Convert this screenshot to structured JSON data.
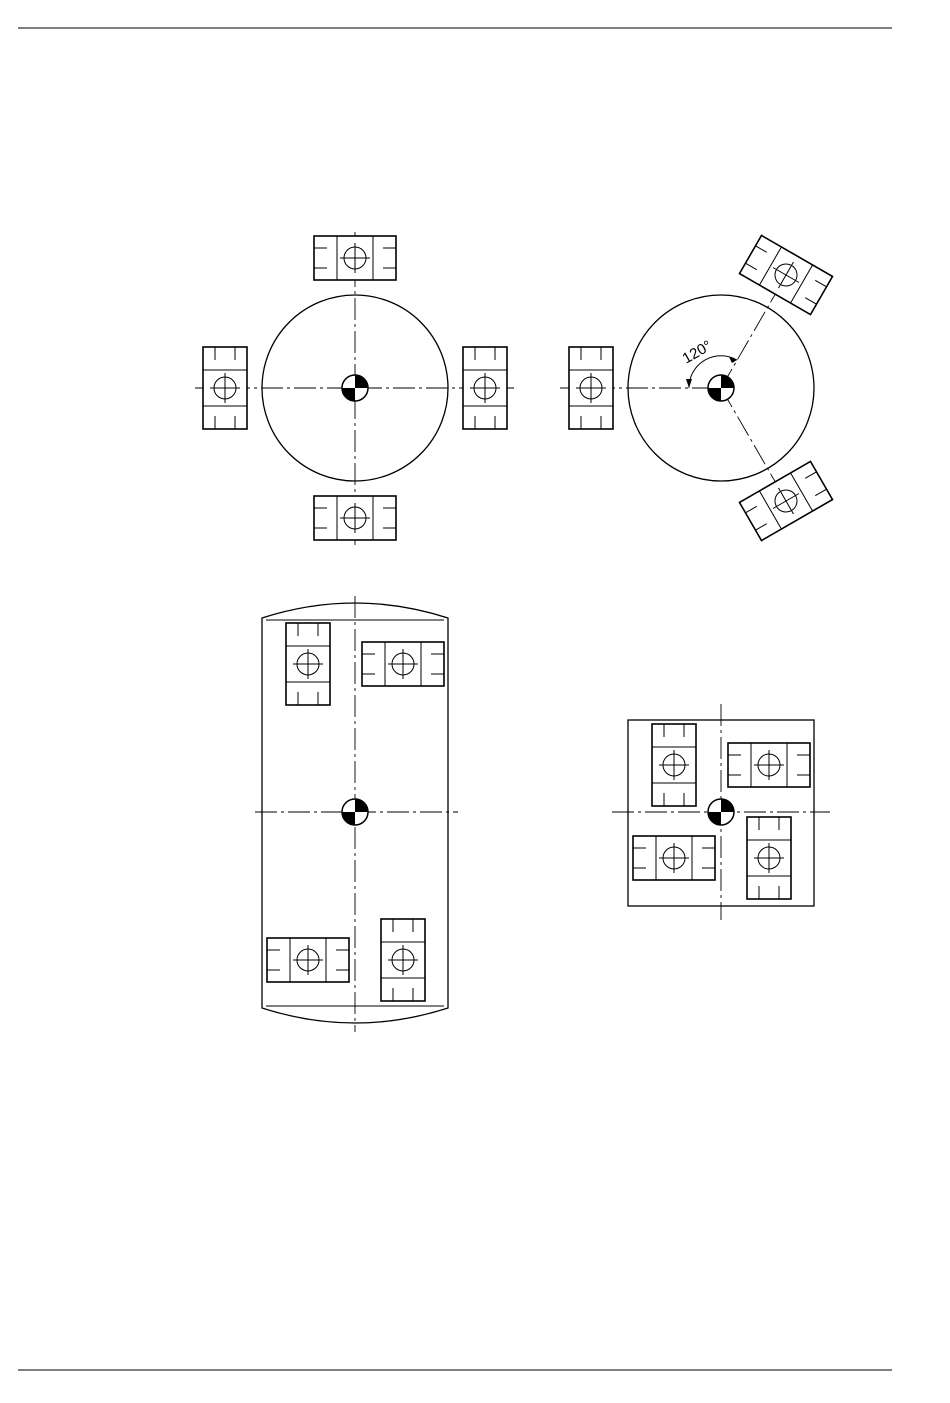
{
  "page": {
    "line_color": "#000000",
    "background": "#ffffff"
  },
  "figures": {
    "four_mounts_circle": {
      "mount_count": 4
    },
    "three_mounts_circle": {
      "mount_count": 3,
      "angle_label": "120°"
    },
    "four_mounts_rectangle": {
      "mount_count": 4
    },
    "four_mounts_square": {
      "mount_count": 4
    }
  },
  "icons": {
    "center_of_gravity": "center-of-gravity-icon",
    "mount": "mount-pad-icon"
  }
}
